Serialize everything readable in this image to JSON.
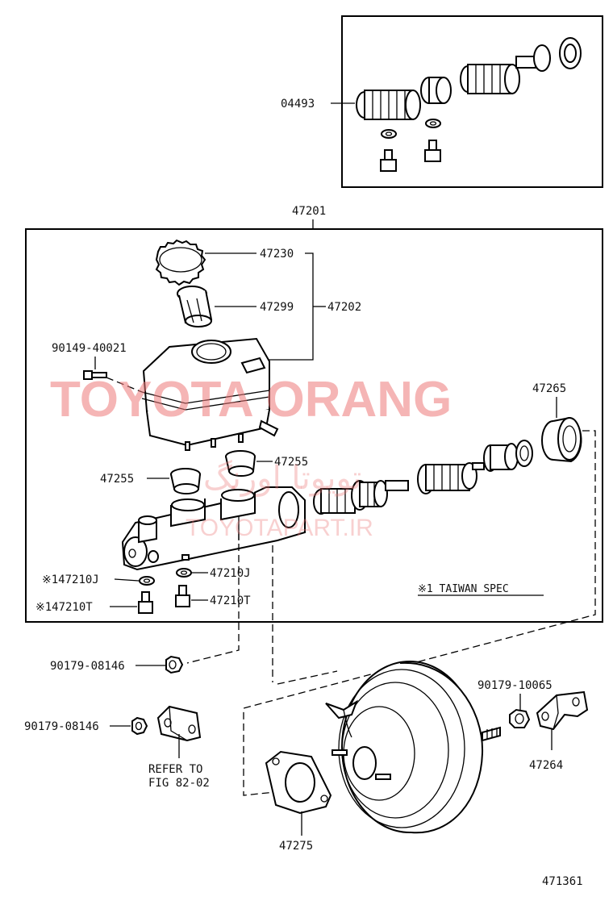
{
  "labels": {
    "kit": "04493",
    "assembly": "47201",
    "cap": "47230",
    "strainer": "47299",
    "reservoir_set": "47202",
    "reservoir_bolt": "90149-40021",
    "boot": "47265",
    "grommet_right": "47255",
    "grommet_left": "47255",
    "gasket_left": "※147210J",
    "gasket_right": "47210J",
    "plug_left": "※147210T",
    "plug_right": "47210T",
    "note": "※1 TAIWAN SPEC",
    "nut_upper": "90179-08146",
    "nut_lower": "90179-08146",
    "refer_line1": "REFER TO",
    "refer_line2": "FIG 82-02",
    "bracket_nut": "90179-10065",
    "bracket": "47264",
    "gasket_booster": "47275",
    "figure_id": "471361"
  },
  "watermark": {
    "main": "TOYOTA ORANG",
    "persian": "تویوتا اورنگ",
    "url": "TOYOTAPART.IR",
    "color": "#ec7878"
  }
}
